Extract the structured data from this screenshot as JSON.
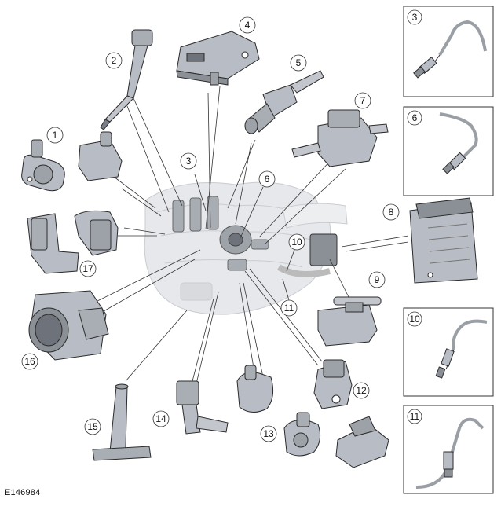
{
  "figure_id": "E146984",
  "callouts": [
    "1",
    "2",
    "3",
    "4",
    "5",
    "6",
    "7",
    "8",
    "9",
    "10",
    "11",
    "12",
    "13",
    "14",
    "15",
    "16",
    "17"
  ],
  "engine_callouts": [
    "3",
    "6",
    "10",
    "11"
  ],
  "insets": [
    {
      "label": "3",
      "part": "oxygen-sensor"
    },
    {
      "label": "6",
      "part": "oxygen-sensor"
    },
    {
      "label": "10",
      "part": "oxygen-sensor"
    },
    {
      "label": "11",
      "part": "oxygen-sensor"
    }
  ],
  "colors": {
    "part_fill": "#b8bcc4",
    "part_dark": "#6e727a",
    "outline": "#2a2a2a",
    "leader": "#333333",
    "engine_ghost": "#e3e5e8",
    "highlight": "#8b8f96"
  }
}
